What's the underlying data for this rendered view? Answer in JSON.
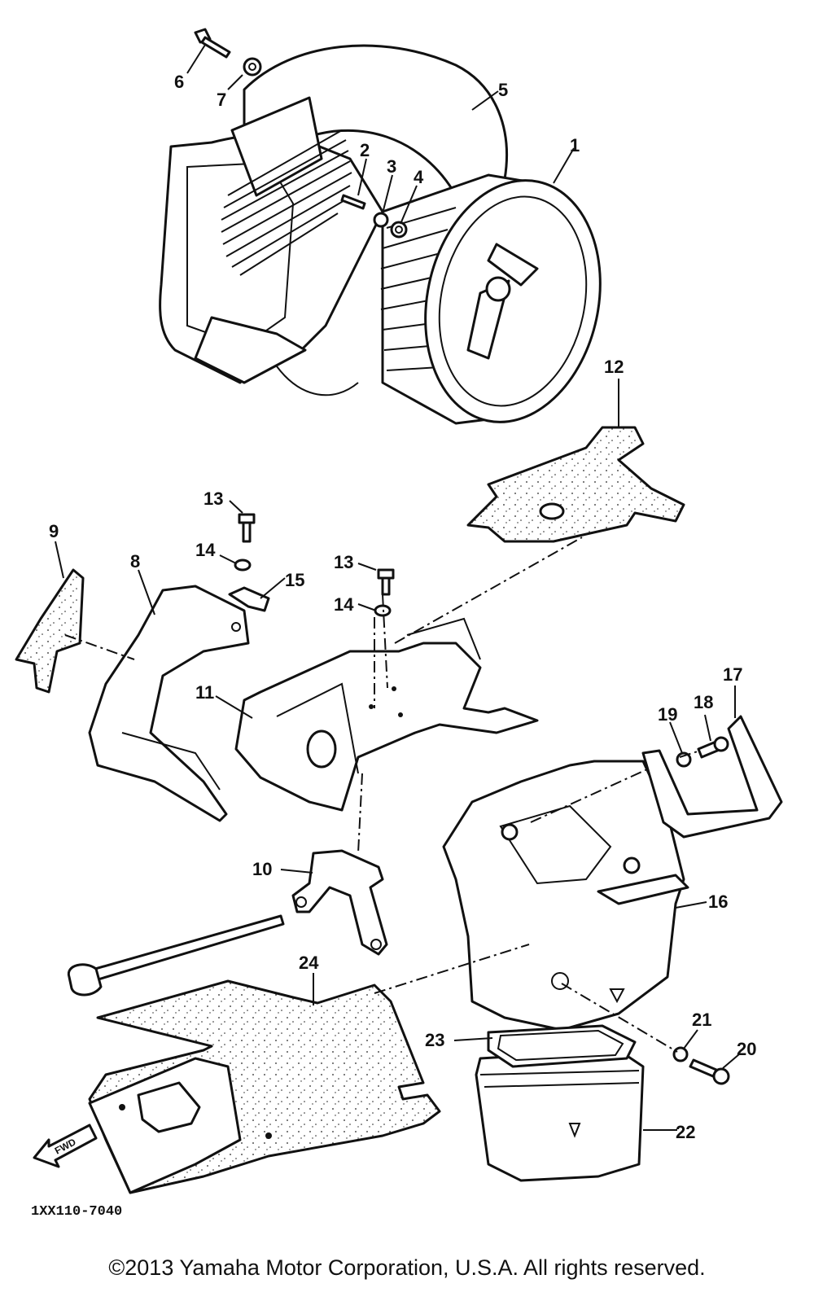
{
  "diagram_code": "1XX110-7040",
  "copyright": "©2013 Yamaha Motor Corporation, U.S.A. All rights reserved.",
  "front_arrow_label": "FWD",
  "callouts": [
    "1",
    "2",
    "3",
    "4",
    "5",
    "6",
    "7",
    "8",
    "9",
    "10",
    "11",
    "12",
    "13",
    "14",
    "15",
    "16",
    "17",
    "18",
    "19",
    "20",
    "21",
    "22",
    "23",
    "24"
  ],
  "callouts_repeat": [
    "13",
    "14"
  ]
}
